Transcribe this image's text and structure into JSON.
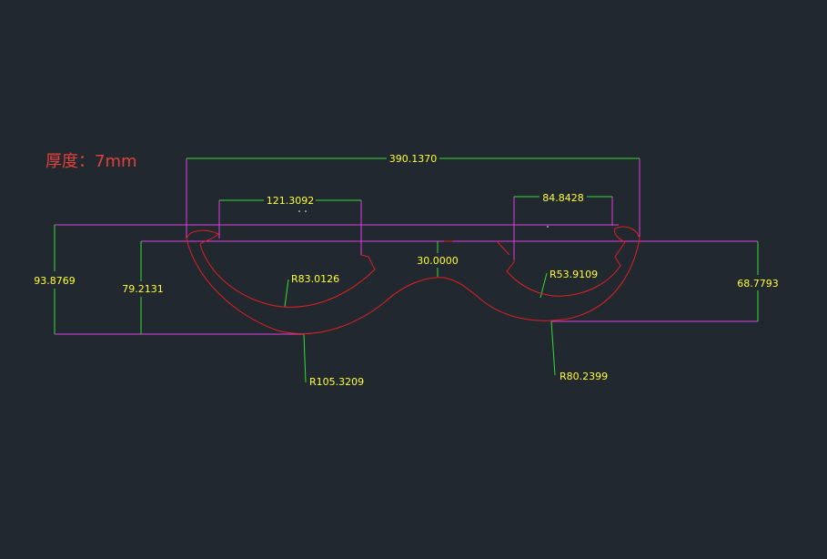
{
  "title": "厚度：7mm",
  "colors": {
    "background": "#212830",
    "extension_lines": "#e040e0",
    "dimension_lines": "#33dd33",
    "outline": "#e02020",
    "dimension_text": "#ffff33",
    "title": "#e0413a"
  },
  "dimensions": {
    "overall_width": "390.1370",
    "left_lens_width": "121.3092",
    "right_lens_width": "84.8428",
    "bridge_height": "30.0000",
    "left_outer_height": "93.8769",
    "left_inner_height": "79.2131",
    "right_height": "68.7793"
  },
  "radii": {
    "left_inner": "R83.0126",
    "left_outer": "R105.3209",
    "right_inner": "R53.9109",
    "right_outer": "R80.2399"
  }
}
